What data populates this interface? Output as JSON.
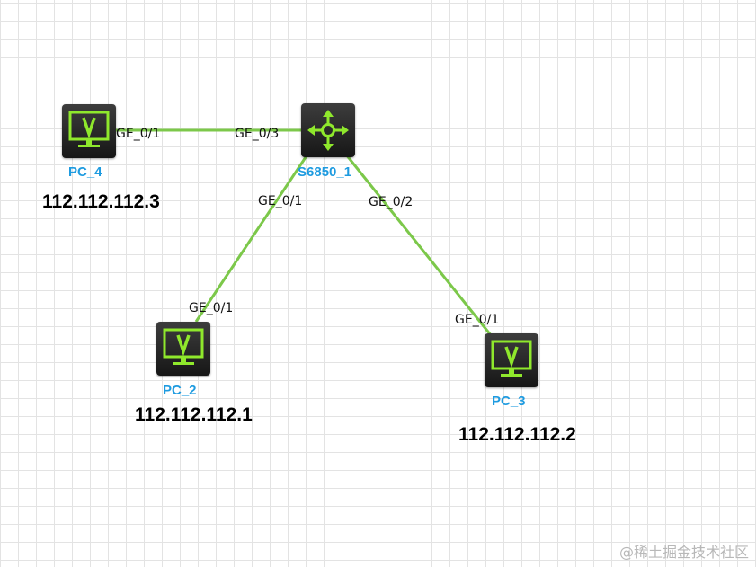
{
  "devices": {
    "switch": {
      "label": "S6850_1",
      "icon": "router-icon"
    },
    "pc4": {
      "label": "PC_4",
      "ip": "112.112.112.3",
      "icon": "monitor-icon"
    },
    "pc2": {
      "label": "PC_2",
      "ip": "112.112.112.1",
      "icon": "monitor-icon"
    },
    "pc3": {
      "label": "PC_3",
      "ip": "112.112.112.2",
      "icon": "monitor-icon"
    }
  },
  "links": [
    {
      "from": "PC_4",
      "from_port": "GE_0/1",
      "to": "S6850_1",
      "to_port": "GE_0/3"
    },
    {
      "from": "S6850_1",
      "from_port": "GE_0/1",
      "to": "PC_2",
      "to_port": "GE_0/1"
    },
    {
      "from": "S6850_1",
      "from_port": "GE_0/2",
      "to": "PC_3",
      "to_port": "GE_0/1"
    }
  ],
  "watermark": "@稀土掘金技术社区",
  "colors": {
    "link": "#7cc84a",
    "device_label": "#1e9be0",
    "icon_accent": "#8fe82c",
    "device_body": "#232323"
  }
}
